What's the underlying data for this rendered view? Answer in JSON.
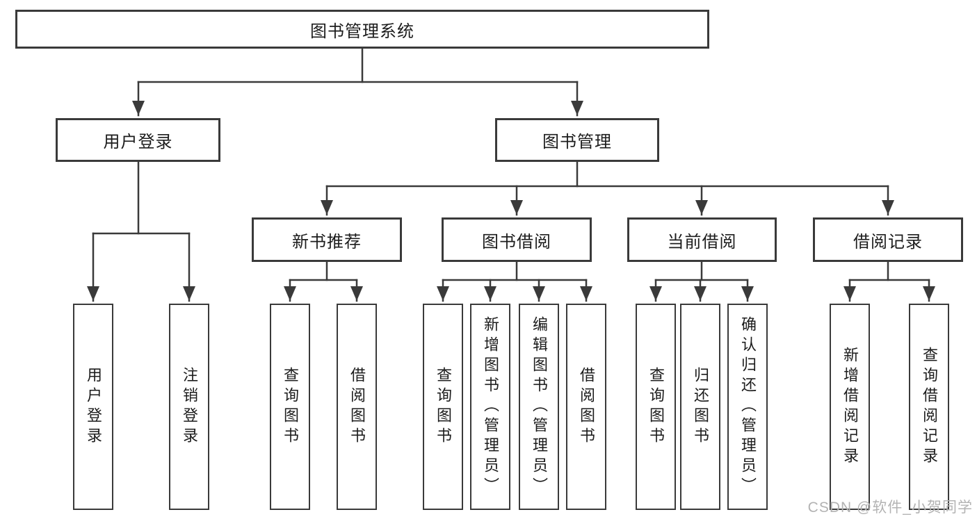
{
  "diagram": {
    "title": "图书管理系统",
    "level2": {
      "user_login": "用户登录",
      "book_management": "图书管理"
    },
    "level3": [
      "新书推荐",
      "图书借阅",
      "当前借阅",
      "借阅记录"
    ],
    "leaves": {
      "user_login": [
        "用户登录",
        "注销登录"
      ],
      "new_book": [
        "查询图书",
        "借阅图书"
      ],
      "book_borrow": [
        "查询图书",
        "新增图书（管理员）",
        "编辑图书（管理员）",
        "借阅图书"
      ],
      "current_borrow": [
        "查询图书",
        "归还图书",
        "确认归还（管理员）"
      ],
      "borrow_record": [
        "新增借阅记录",
        "查询借阅记录"
      ]
    },
    "watermark": "CSDN @软件_小贺同学",
    "colors": {
      "line": "#3a3a3a",
      "border": "#3a3a3a",
      "text": "#1c1c1c",
      "watermark": "#b3b3b3",
      "background": "#ffffff"
    }
  }
}
